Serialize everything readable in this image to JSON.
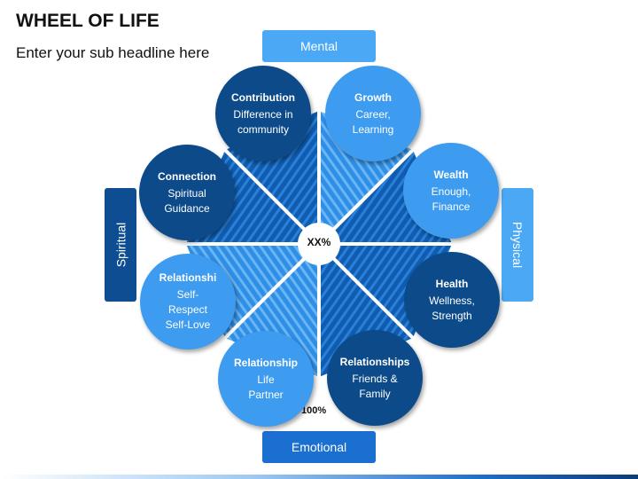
{
  "header": {
    "title": "WHEEL OF LIFE",
    "subtitle": "Enter your sub headline here"
  },
  "wheel": {
    "center_label": "XX%",
    "outer_label": "100%"
  },
  "categories": {
    "mental": "Mental",
    "physical": "Physical",
    "emotional": "Emotional",
    "spiritual": "Spiritual"
  },
  "areas": [
    {
      "title": "Growth",
      "subtitle": "Career,\nLearning"
    },
    {
      "title": "Wealth",
      "subtitle": "Enough,\nFinance"
    },
    {
      "title": "Health",
      "subtitle": "Wellness,\nStrength"
    },
    {
      "title": "Relationships",
      "subtitle": "Friends &\nFamily"
    },
    {
      "title": "Relationship",
      "subtitle": "Life\nPartner"
    },
    {
      "title": "Relationshi",
      "subtitle": "Self-\nRespect\nSelf-Love"
    },
    {
      "title": "Connection",
      "subtitle": "Spiritual\nGuidance"
    },
    {
      "title": "Contribution",
      "subtitle": "Difference in\ncommunity"
    }
  ],
  "colors": {
    "navy": "#0c4a8a",
    "bright_blue": "#3d9bf0",
    "mid_blue": "#1a6fd1",
    "tab_light": "#4aa8f5",
    "tab_dark": "#0e4d92"
  }
}
